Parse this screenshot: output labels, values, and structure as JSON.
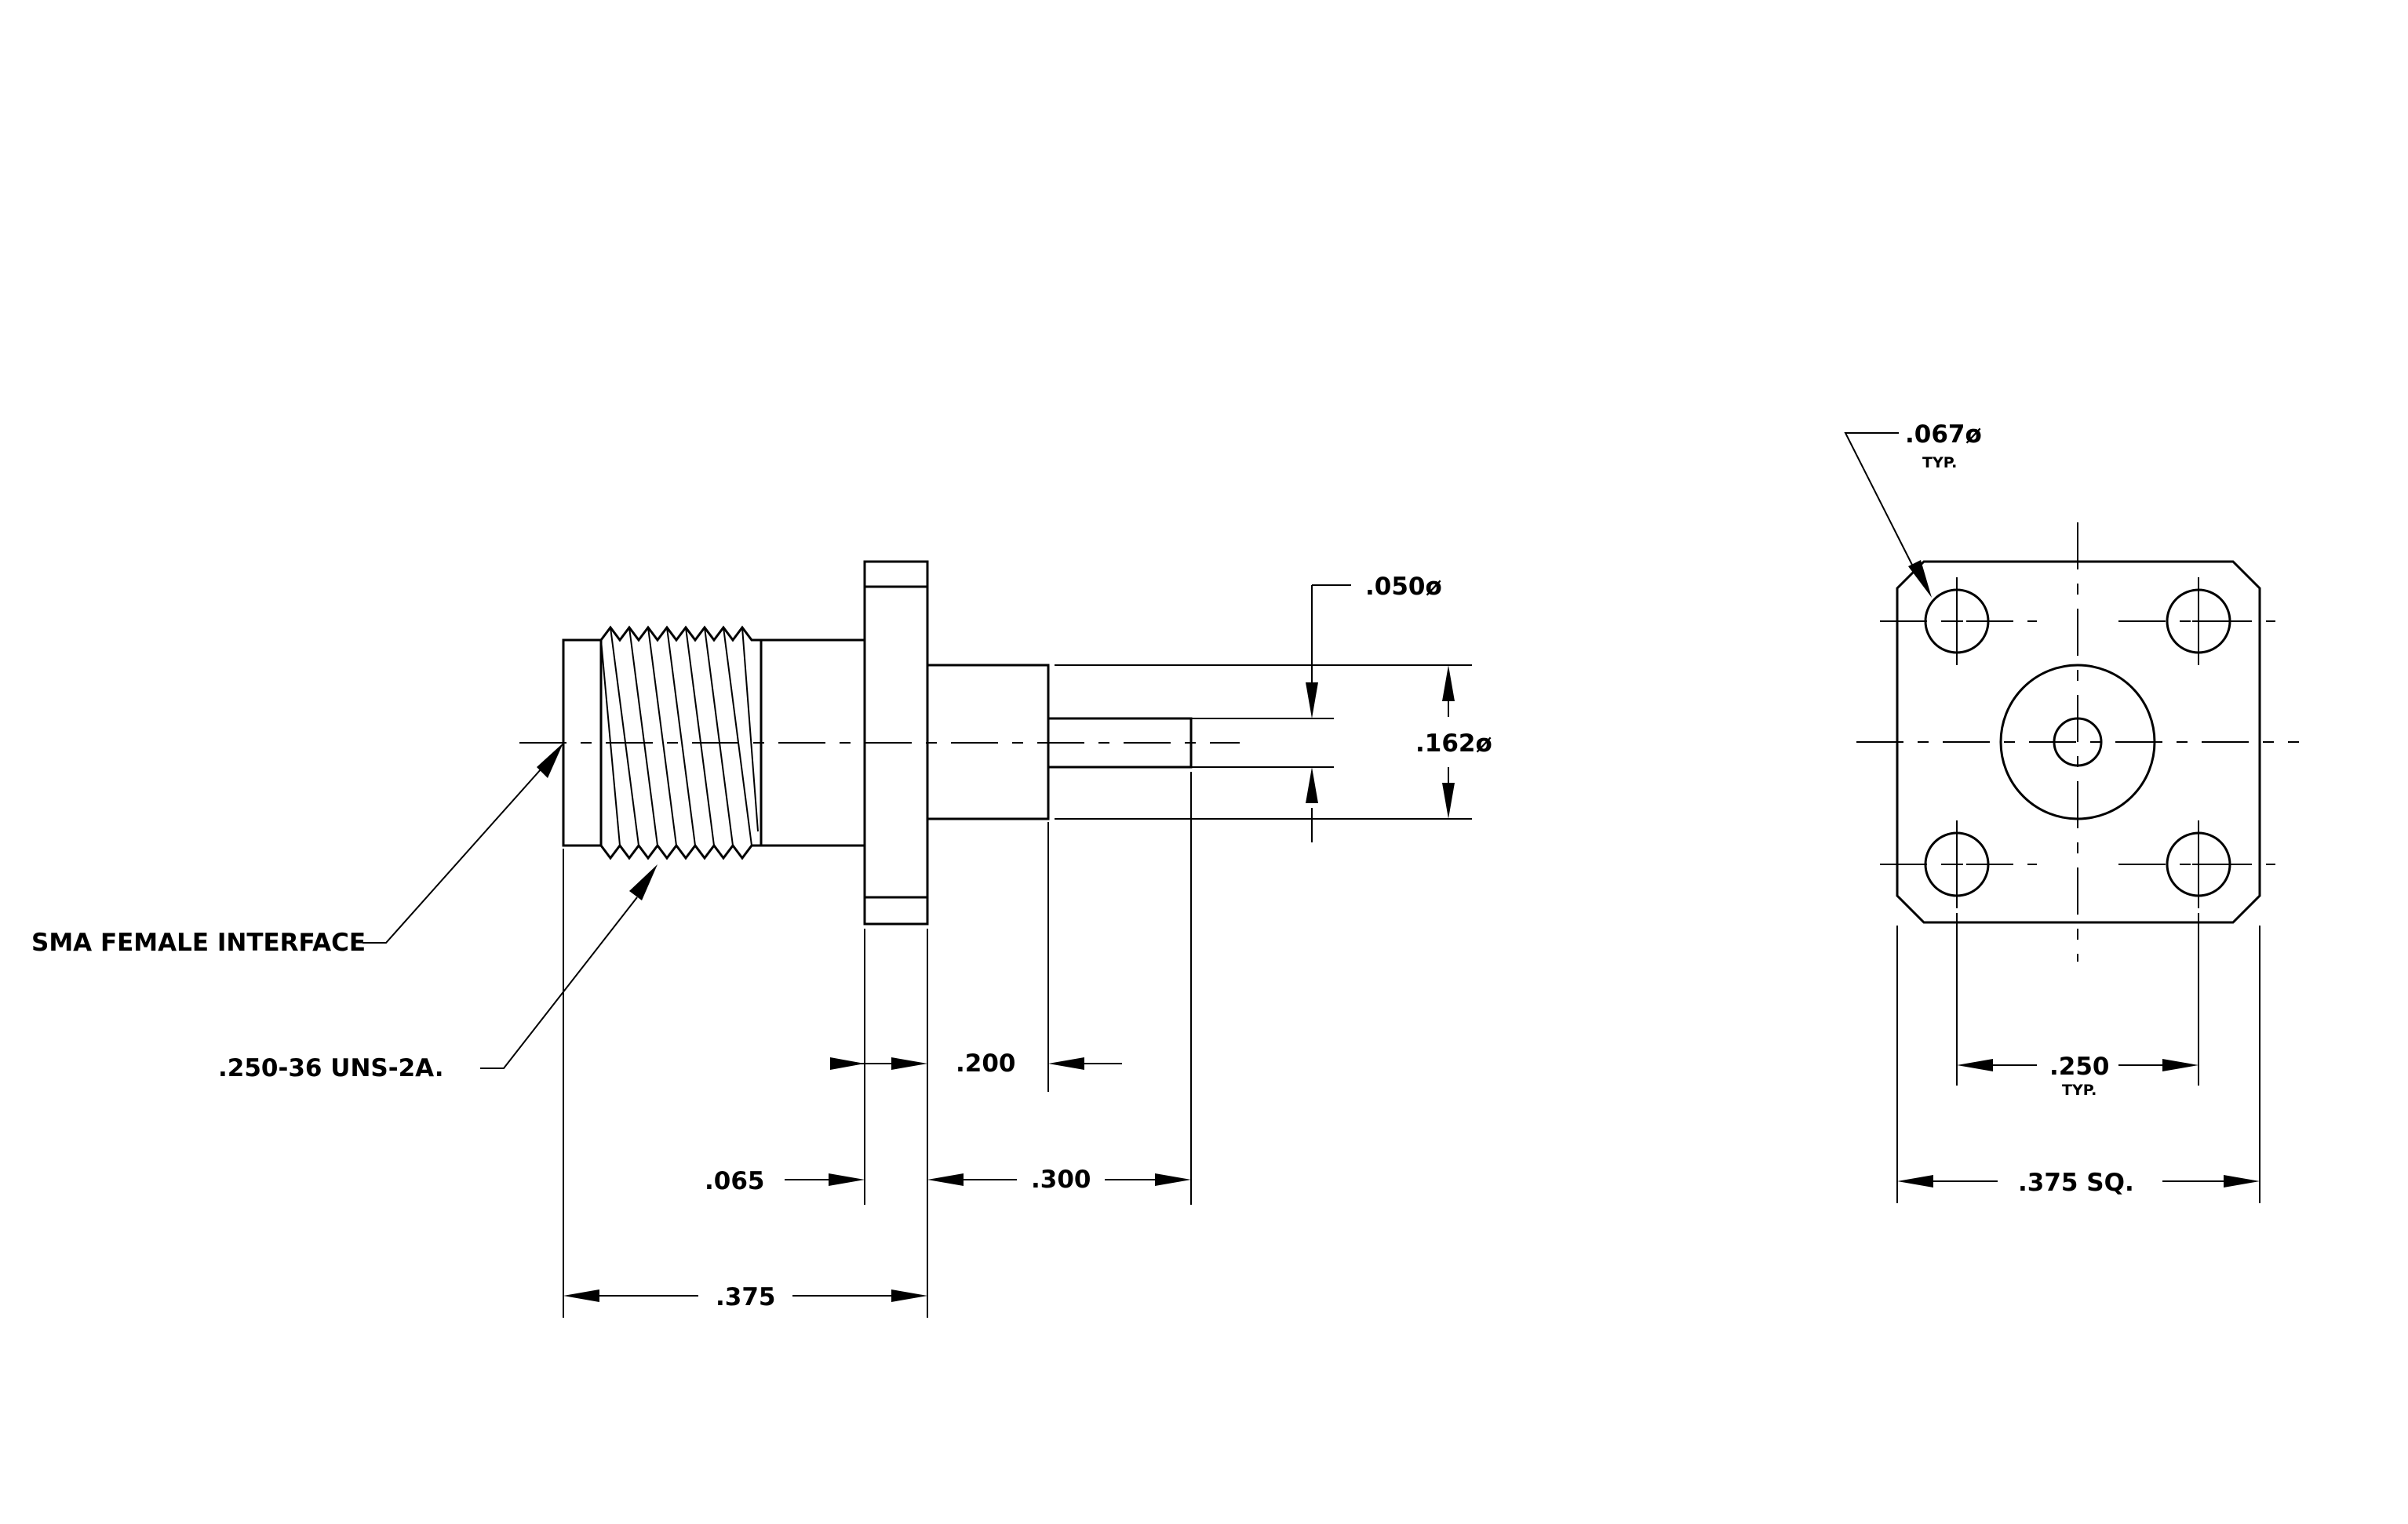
{
  "colors": {
    "line": "#000000",
    "background": "#ffffff"
  },
  "labels": {
    "sma_female_interface": "SMA FEMALE INTERFACE",
    "thread_spec": ".250-36 UNS-2A.",
    "pin_dia": ".050ø",
    "body_dia": ".162ø",
    "hole_dia": ".067ø",
    "hole_typ": "TYP.",
    "flange_thk": ".065",
    "step_len": ".200",
    "pin_len": ".300",
    "overall_len": ".375",
    "hole_spacing": ".250",
    "hole_spacing_typ": "TYP.",
    "flange_square": ".375 SQ."
  }
}
